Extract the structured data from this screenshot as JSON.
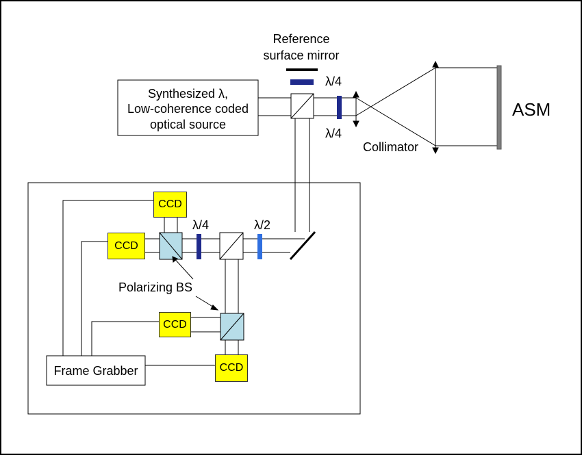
{
  "labels": {
    "reference_line1": "Reference",
    "reference_line2": "surface mirror",
    "source_line1": "Synthesized λ,",
    "source_line2": "Low-coherence coded",
    "source_line3": "optical source",
    "asm": "ASM",
    "collimator": "Collimator",
    "quarter_wave_top": "λ/4",
    "quarter_wave_bottom": "λ/4",
    "quarter_wave_receiver": "λ/4",
    "half_wave": "λ/2",
    "polarizing_bs": "Polarizing BS",
    "frame_grabber": "Frame Grabber",
    "ccd_top": "CCD",
    "ccd_left": "CCD",
    "ccd_middle": "CCD",
    "ccd_bottom": "CCD"
  },
  "colors": {
    "ccd_fill": "#ffff00",
    "beamsplitter_fill": "#b7dde8",
    "waveplate_dark": "#1f2a8c",
    "waveplate_light": "#2f6fe0",
    "asm_surface": "#7f7f7f"
  }
}
